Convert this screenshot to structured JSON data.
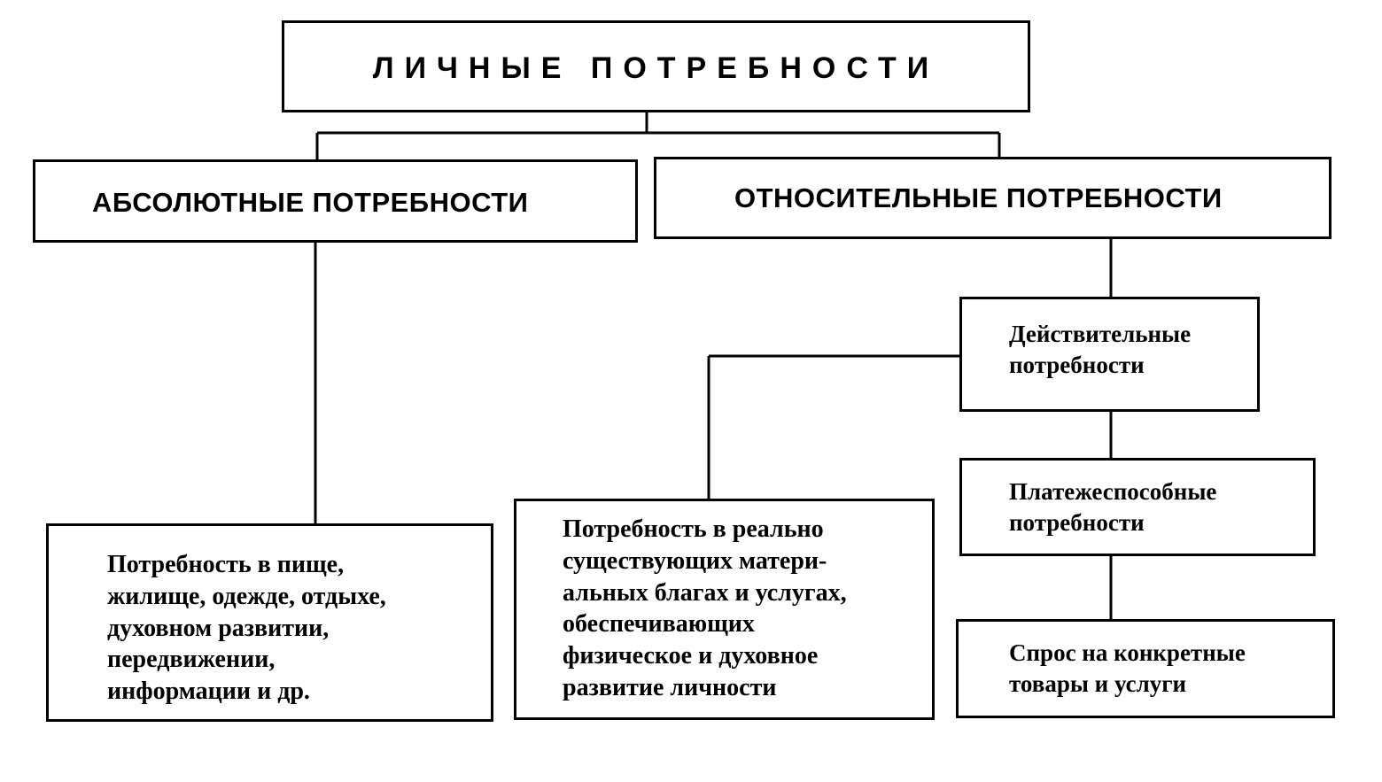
{
  "root": {
    "title": "ЛИЧНЫЕ ПОТРЕБНОСТИ"
  },
  "absolute": {
    "title": "АБСОЛЮТНЫЕ ПОТРЕБНОСТИ",
    "description": "Потребность в пище,\nжилище, одежде, отдыхе,\nдуховном развитии,\nпередвижении,\nинформации и др."
  },
  "relative": {
    "title": "ОТНОСИТЕЛЬНЫЕ ПОТРЕБНОСТИ",
    "actual": "Действительные\nпотребности",
    "actual_description": "Потребность в реально\nсуществующих матери-\nальных благах и услугах,\nобеспечивающих\nфизическое и духовное\nразвитие личности",
    "solvent": "Платежеспособные\nпотребности",
    "demand": "Спрос на конкретные\nтовары и услуги"
  }
}
